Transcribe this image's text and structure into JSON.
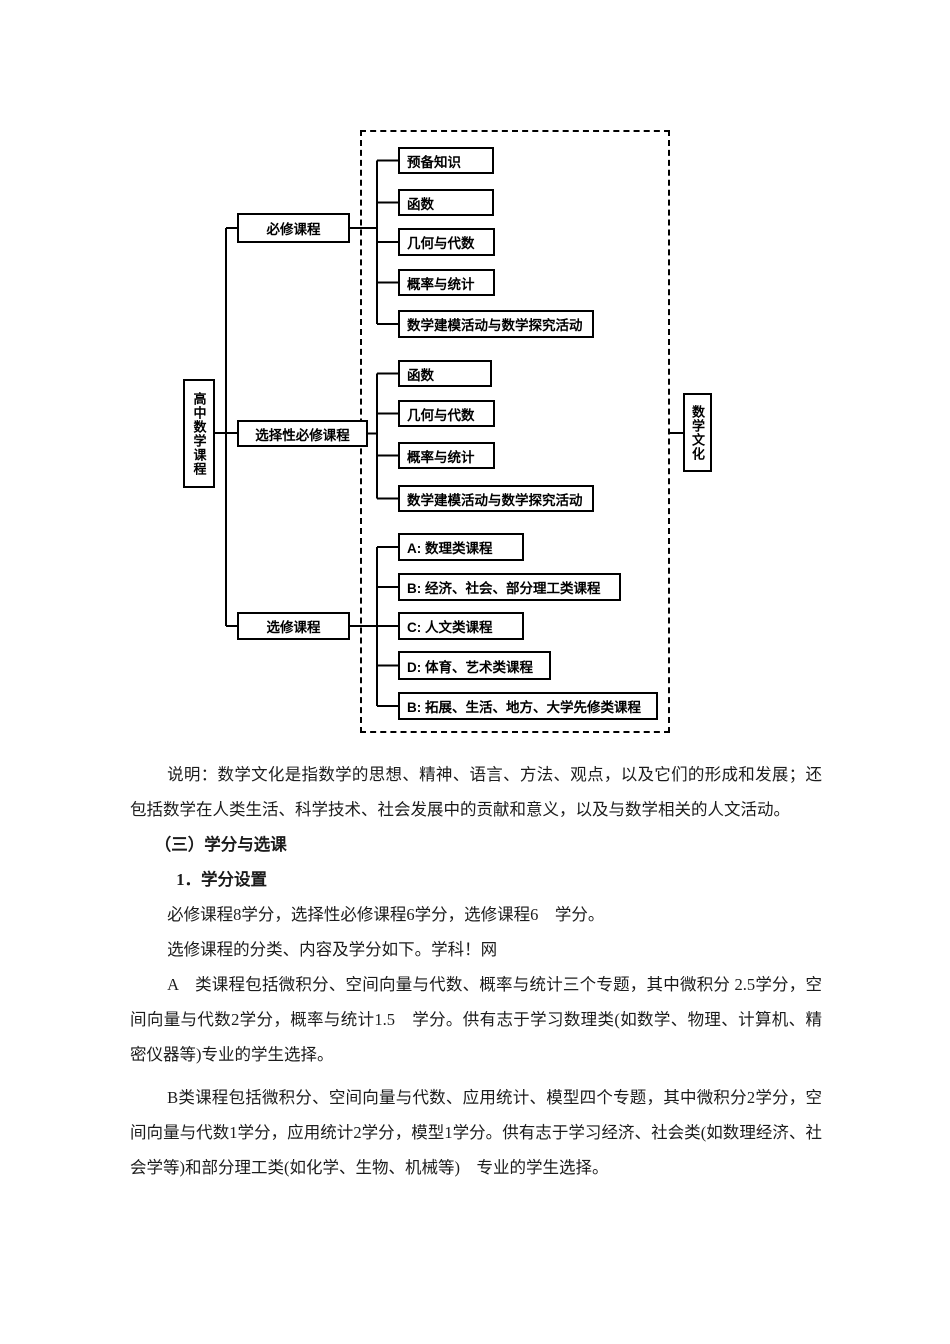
{
  "colors": {
    "ink": "#000000",
    "paper": "#ffffff"
  },
  "diagram": {
    "root_label": "高中数学课程",
    "culture_label": "数学文化",
    "branches": [
      {
        "label": "必修课程",
        "children": [
          "预备知识",
          "函数",
          "几何与代数",
          "概率与统计",
          "数学建模活动与数学探究活动"
        ]
      },
      {
        "label": "选择性必修课程",
        "children": [
          "函数",
          "几何与代数",
          "概率与统计",
          "数学建模活动与数学探究活动"
        ]
      },
      {
        "label": "选修课程",
        "children": [
          "A: 数理类课程",
          "B: 经济、社会、部分理工类课程",
          "C: 人文类课程",
          "D: 体育、艺术类课程",
          "B: 拓展、生活、地方、大学先修类课程"
        ]
      }
    ]
  },
  "document": {
    "note": "说明：数学文化是指数学的思想、精神、语言、方法、观点，以及它们的形成和发展；还包括数学在人类生活、科学技术、社会发展中的贡献和意义，以及与数学相关的人文活动。",
    "section_heading": "（三）学分与选课",
    "subsection_heading": "1．学分设置",
    "credits_line": "必修课程8学分，选择性必修课程6学分，选修课程6　学分。",
    "elective_intro": "选修课程的分类、内容及学分如下。学科！网",
    "para_a": "A　类课程包括微积分、空间向量与代数、概率与统计三个专题，其中微积分 2.5学分，空间向量与代数2学分，概率与统计1.5　学分。供有志于学习数理类(如数学、物理、计算机、精密仪器等)专业的学生选择。",
    "para_b": "B类课程包括微积分、空间向量与代数、应用统计、模型四个专题，其中微积分2学分，空间向量与代数1学分，应用统计2学分，模型1学分。供有志于学习经济、社会类(如数理经济、社会学等)和部分理工类(如化学、生物、机械等)　专业的学生选择。"
  }
}
